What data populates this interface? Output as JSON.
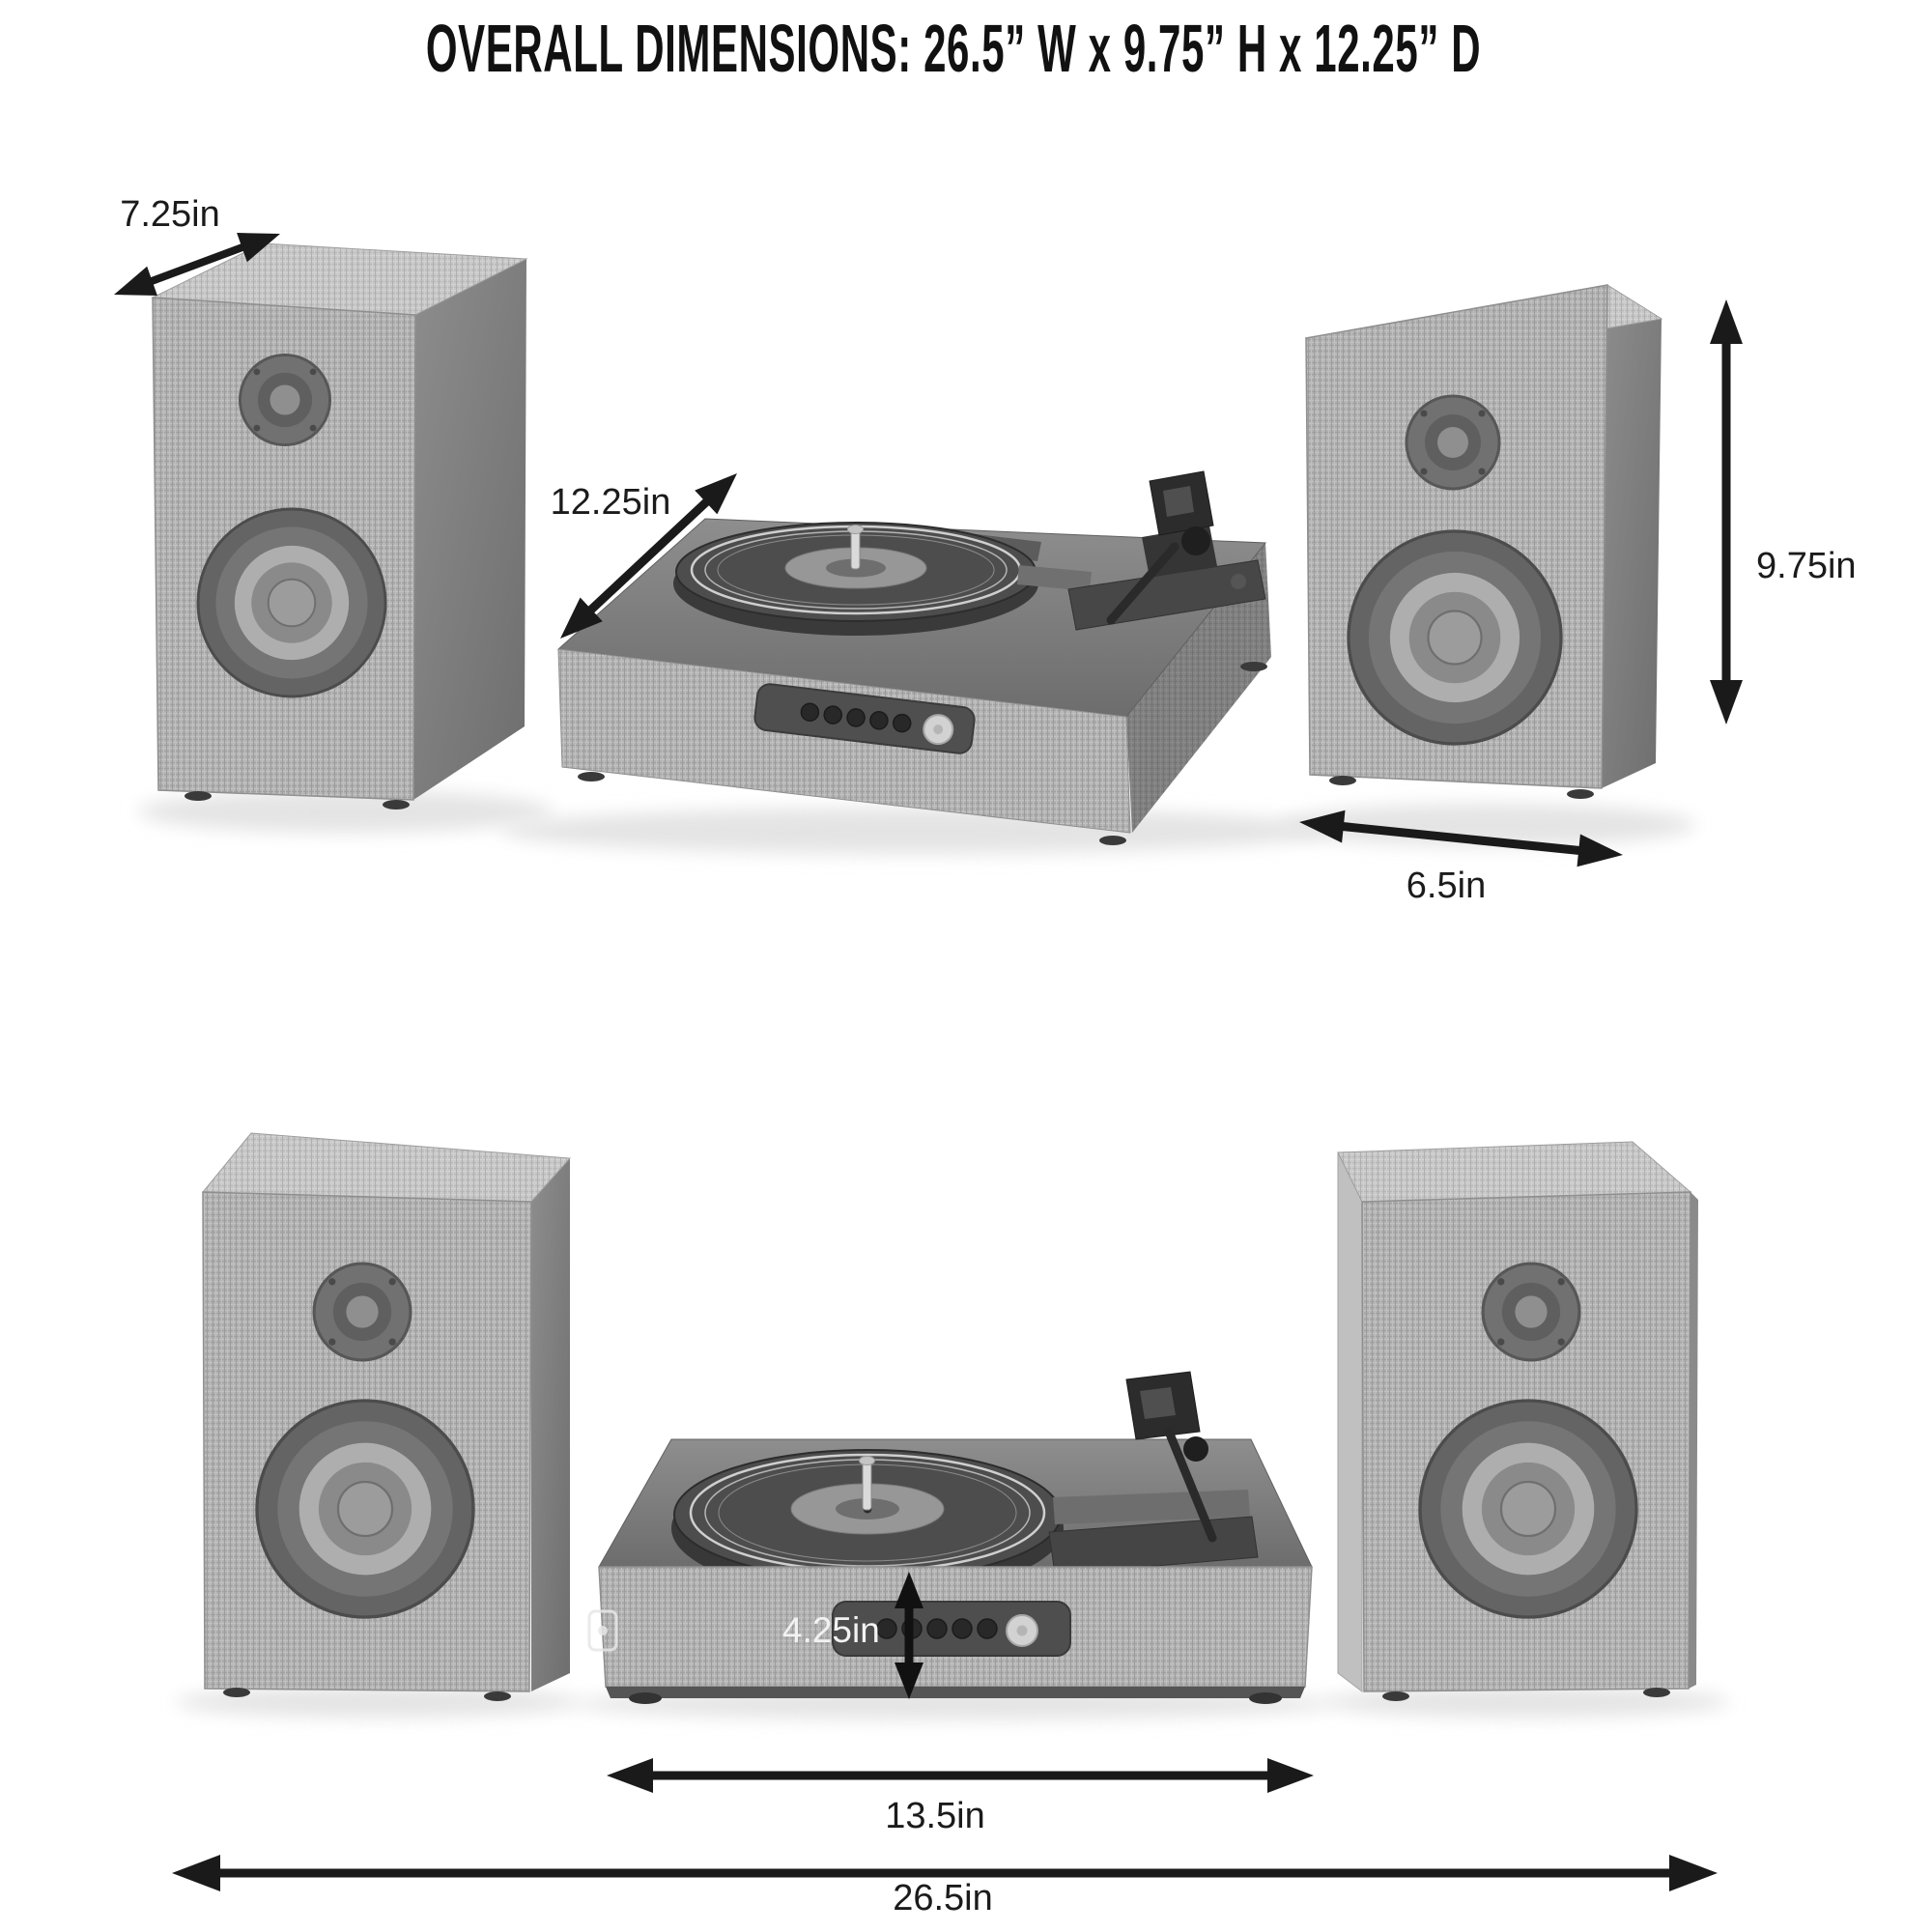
{
  "title": "OVERALL DIMENSIONS: 26.5” W x 9.75” H x 12.25” D",
  "dimensions": {
    "speaker_depth": "7.25in",
    "turntable_depth": "12.25in",
    "speaker_height": "9.75in",
    "speaker_width": "6.5in",
    "turntable_height": "4.25in",
    "turntable_width": "13.5in",
    "overall_width": "26.5in"
  },
  "colors": {
    "background": "#ffffff",
    "annotation": "#1a1a1a",
    "annotation_light": "#f2f2f2",
    "fabric": "#b2b2b2",
    "fabric_light": "#c6c6c6",
    "wood_side": "#7d7d7d",
    "deck_top": "#7a7a7a",
    "platter": "#4d4d4d",
    "control_panel": "#4e4e4e",
    "knob": "#d2d2d2",
    "shadow": "#e4e4e4"
  }
}
